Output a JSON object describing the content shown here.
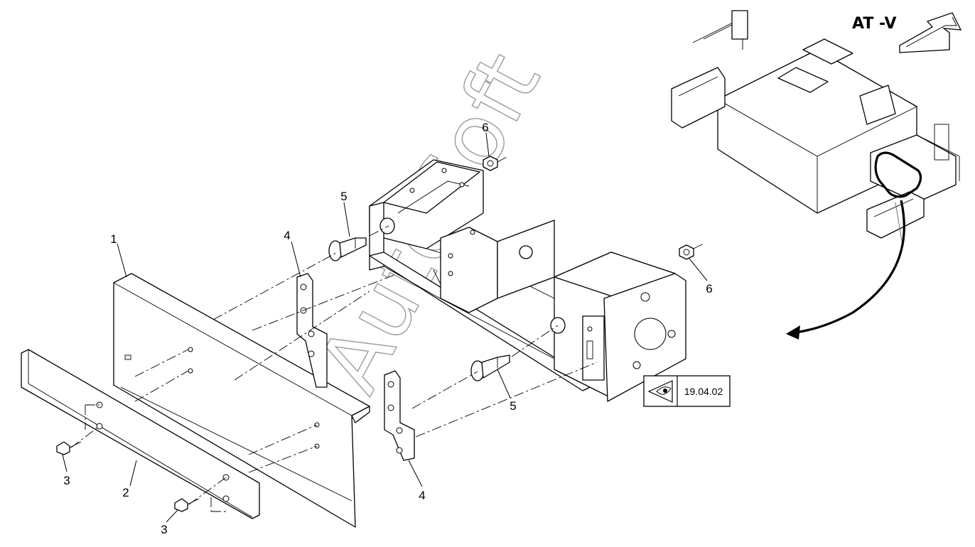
{
  "view_label": "AT -V",
  "reference": {
    "code": "19.04.02",
    "icon": "eye-icon"
  },
  "watermark": "AutoSoft",
  "callouts": {
    "c1": "1",
    "c2": "2",
    "c3a": "3",
    "c3b": "3",
    "c4a": "4",
    "c4b": "4",
    "c5a": "5",
    "c5b": "5",
    "c6a": "6",
    "c6b": "6"
  }
}
